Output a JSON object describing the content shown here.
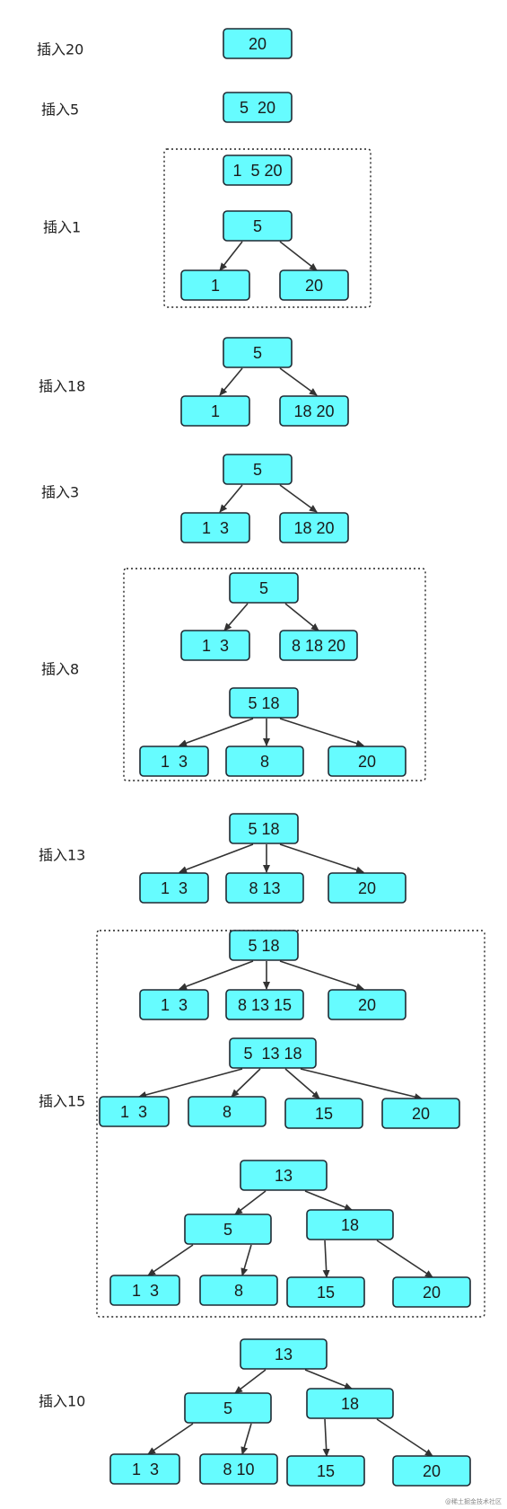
{
  "steps": [
    {
      "label": "插入20"
    },
    {
      "label": "插入5"
    },
    {
      "label": "插入1"
    },
    {
      "label": "插入18"
    },
    {
      "label": "插入3"
    },
    {
      "label": "插入8"
    },
    {
      "label": "插入13"
    },
    {
      "label": "插入15"
    },
    {
      "label": "插入10"
    }
  ],
  "nodes": {
    "s1": [
      "20"
    ],
    "s2": [
      "5  20"
    ],
    "s3": [
      "1  5 20",
      "5",
      "1",
      "20"
    ],
    "s4": [
      "5",
      "1",
      "18 20"
    ],
    "s5": [
      "5",
      "1  3",
      "18 20"
    ],
    "s6": [
      "5",
      "1  3",
      "8 18 20",
      "5 18",
      "1  3",
      "8",
      "20"
    ],
    "s7": [
      "5 18",
      "1  3",
      "8 13",
      "20"
    ],
    "s8": [
      "5 18",
      "1  3",
      "8 13 15",
      "20",
      "5  13 18",
      "1  3",
      "8",
      "15",
      "20",
      "13",
      "5",
      "18",
      "1  3",
      "8",
      "15",
      "20"
    ],
    "s9": [
      "13",
      "5",
      "18",
      "1  3",
      "8 10",
      "15",
      "20"
    ]
  },
  "watermark": "@稀土掘金技术社区",
  "colors": {
    "node_fill": "#66fcff",
    "node_stroke": "#1f2a33"
  }
}
